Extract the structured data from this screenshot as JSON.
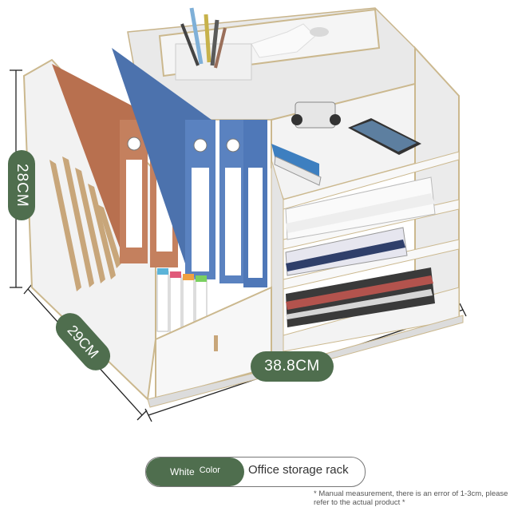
{
  "dimensions": {
    "height": "28CM",
    "depth": "29CM",
    "width": "38.8CM"
  },
  "color_selector": {
    "selected_value": "White",
    "label": "Color"
  },
  "product_name": "Office storage rack",
  "note": "* Manual measurement, there is an error of 1-3cm, please refer to the actual product *",
  "colors": {
    "badge_green": "#4f6e4e",
    "organizer_white": "#f2f2f2",
    "binder_blue": "#5a82c0",
    "binder_brown": "#c4805e"
  }
}
